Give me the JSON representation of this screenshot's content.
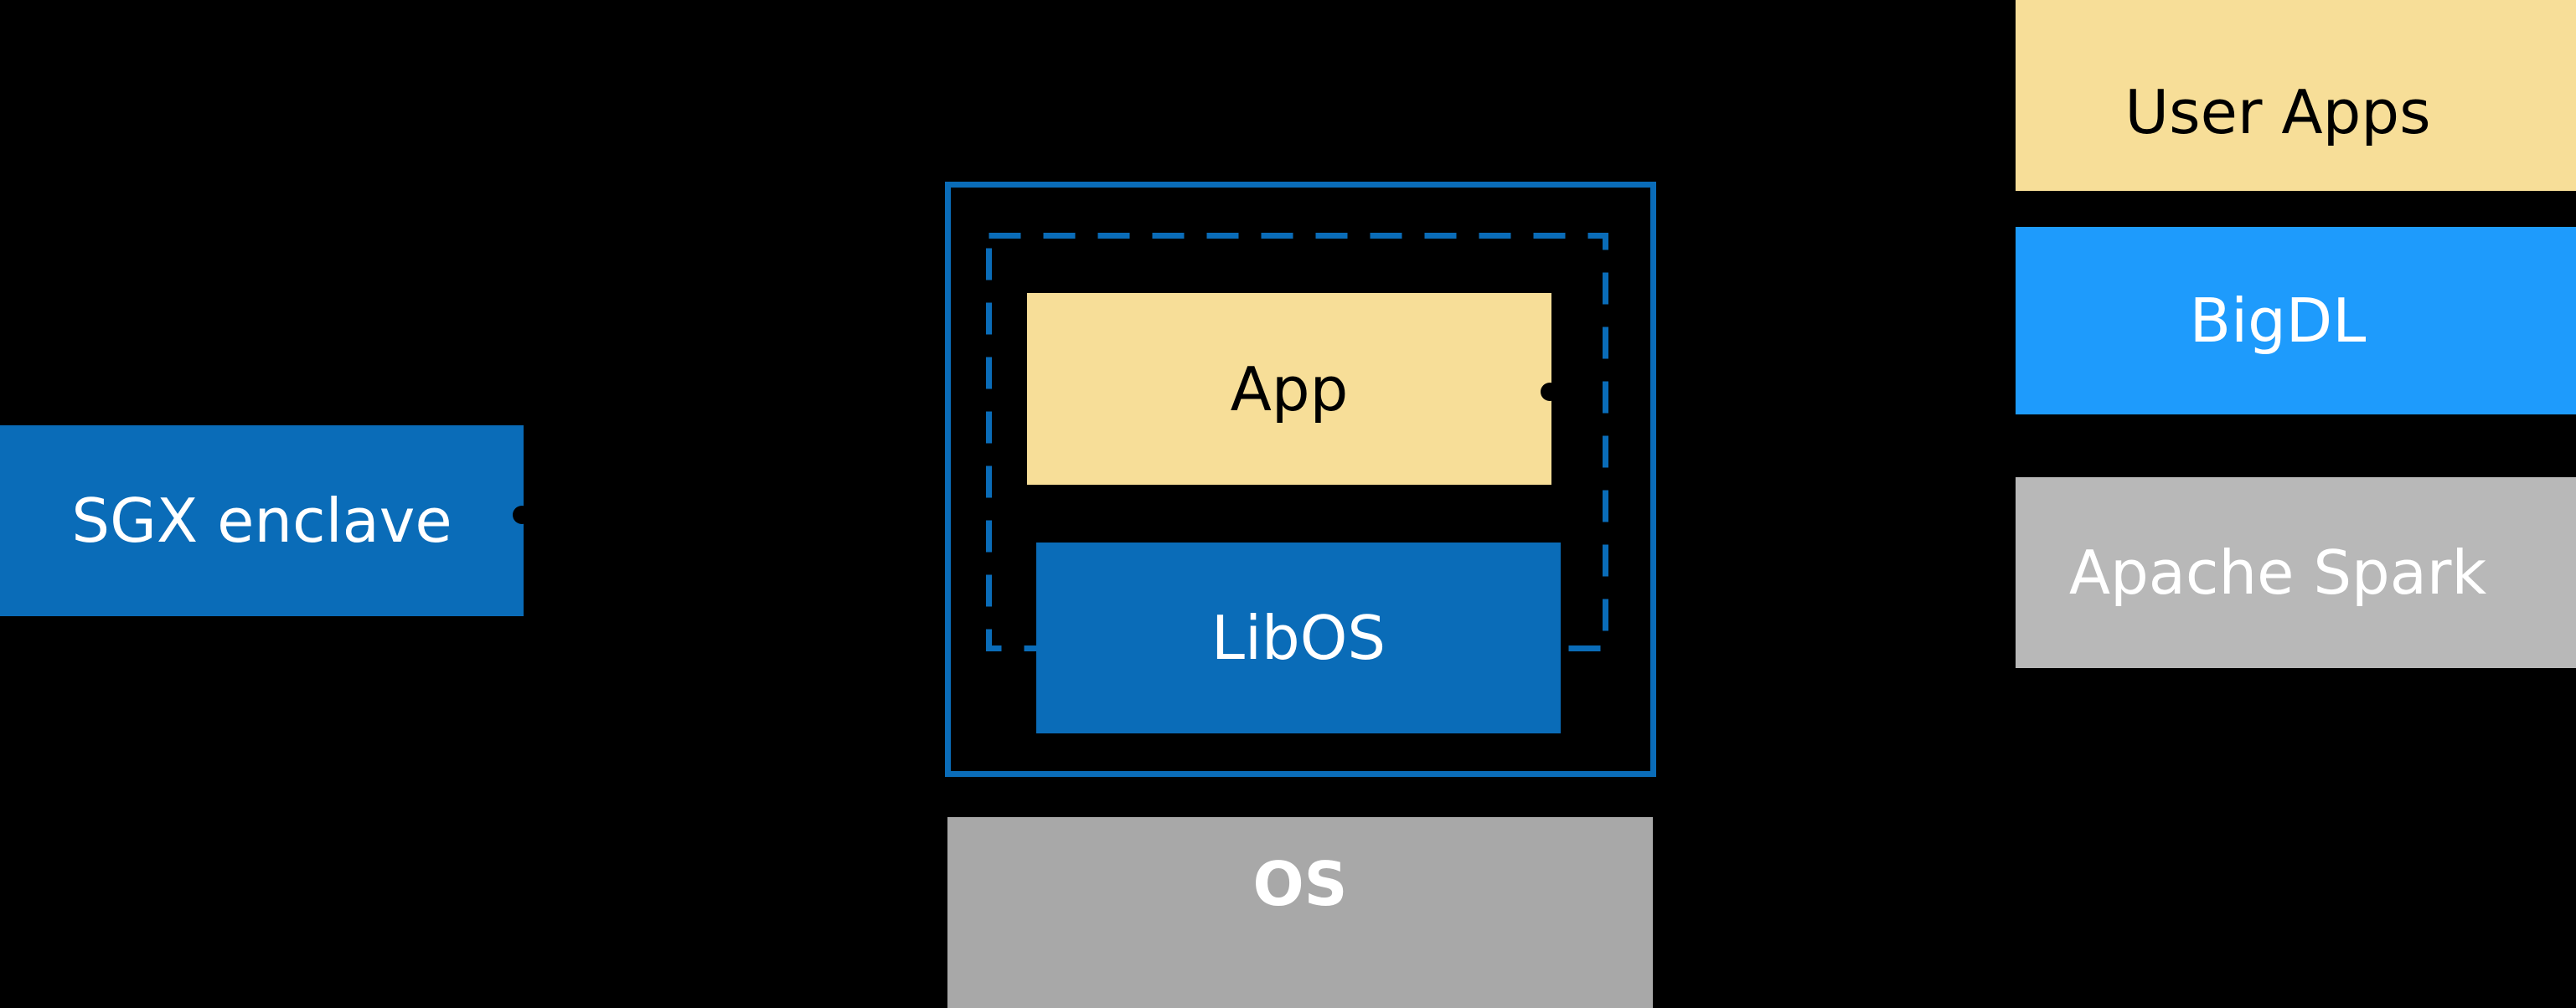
{
  "diagram": {
    "background_color": "#000000",
    "palette": {
      "blue": "#0A6CB8",
      "light_blue": "#1E9BFC",
      "yellow": "#F7DE98",
      "gray": "#A8A8A8",
      "gray_light": "#B8B8B8",
      "white": "#FFFFFF",
      "black": "#000000"
    },
    "left": {
      "sgx_enclave_label": "SGX enclave"
    },
    "center": {
      "app_label": "App",
      "libos_label": "LibOS",
      "os_label": "OS"
    },
    "right_stack": [
      {
        "label": "User Apps",
        "color": "#F7DE98"
      },
      {
        "label": "BigDL",
        "color": "#1E9BFC"
      },
      {
        "label": "Apache Spark",
        "color": "#B8B8B8"
      }
    ]
  }
}
